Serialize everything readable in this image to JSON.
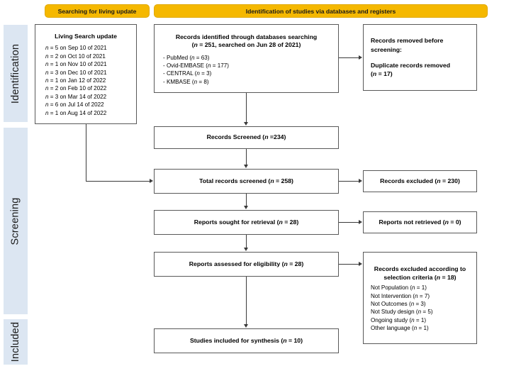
{
  "stages": [
    {
      "label": "Identification"
    },
    {
      "label": "Screening"
    },
    {
      "label": "Included"
    }
  ],
  "banners": {
    "left": "Searching for living update",
    "right": "Identification of studies  via databases and registers"
  },
  "living_search": {
    "title": "Living Search update",
    "entries": [
      "n = 5 on Sep 10 of 2021",
      "n = 2 on Oct 10 of 2021",
      "n = 1 on Nov  10 of 2021",
      "n = 3 on Dec 10 of 2021",
      "n = 1 on Jan 12 of 2022",
      "n = 2 on Feb 10 of 2022",
      "n = 3 on Mar 14 of 2022",
      "n = 6 on Jul 14 of 2022",
      "n = 1 on Aug 14 of 2022"
    ]
  },
  "identification": {
    "records_identified": {
      "line1": "Records identified through databases searching",
      "line2": "(n = 251, searched on Jun 28 of 2021)",
      "sources": [
        "- PubMed (n = 63)",
        "- Ovid-EMBASE  (n = 177)",
        "- CENTRAL  (n = 3)",
        "- KMBASE (n = 8)"
      ]
    },
    "records_removed": {
      "line1": "Records removed before",
      "line2": "screening:",
      "line3": "Duplicate records removed",
      "line4": "(n = 17)"
    }
  },
  "screening": {
    "records_screened": "Records Screened (n =234)",
    "total_records_screened": "Total records screened (n = 258)",
    "records_excluded": "Records excluded (n = 230)",
    "reports_sought": "Reports sought for retrieval (n = 28)",
    "reports_not_retrieved": "Reports not retrieved (n = 0)",
    "reports_assessed": "Reports assessed for eligibility (n = 28)",
    "excluded_criteria": {
      "line1": "Records excluded according to",
      "line2": "selection criteria (n = 18)",
      "reasons": [
        "Not Population (n = 1)",
        "Not Intervention (n = 7)",
        "Not Outcomes (n = 3)",
        "Not Study design (n = 5)",
        "Ongoing study (n = 1)",
        "Other language (n = 1)"
      ]
    }
  },
  "included": {
    "studies_included": "Studies included for synthesis (n = 10)"
  },
  "colors": {
    "banner": "#f5b800",
    "stage_bar": "#dce6f2",
    "box_border": "#595959",
    "connector": "#3a3a3a"
  }
}
